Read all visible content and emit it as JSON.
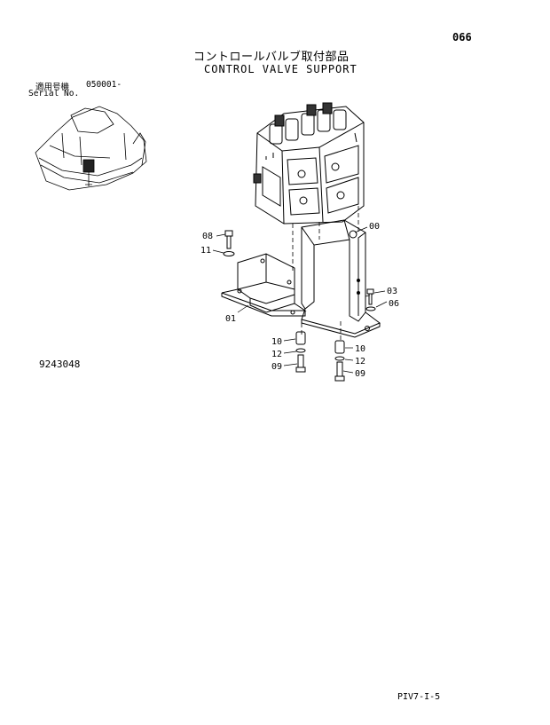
{
  "header": {
    "page_number": "066",
    "title_jp": "コントロールバルブ取付部品",
    "title_en": "CONTROL VALVE SUPPORT"
  },
  "serial": {
    "label_jp": "適用号機",
    "range": "050001-",
    "label_en": "Serial No."
  },
  "drawing_number": "9243048",
  "footer_code": "PIV7-I-5",
  "callouts": {
    "c00": "00",
    "c01": "01",
    "c03": "03",
    "c06": "06",
    "c08": "08",
    "c11": "11",
    "c10a": "10",
    "c12a": "12",
    "c09a": "09",
    "c10b": "10",
    "c12b": "12",
    "c09b": "09"
  }
}
